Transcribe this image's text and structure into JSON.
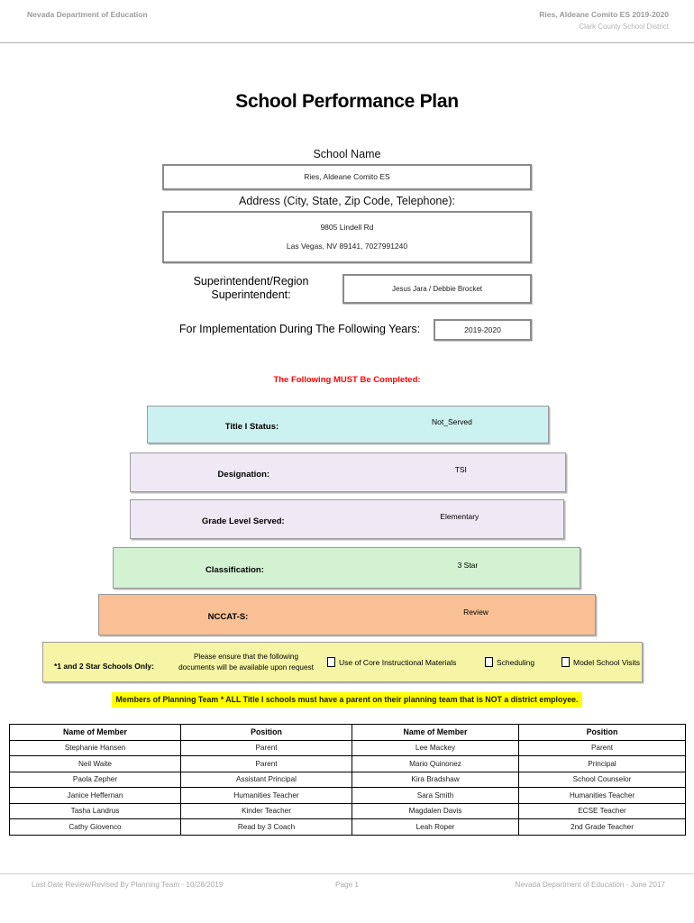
{
  "page_header": {
    "left": "Nevada Department of Education",
    "right_line1": "Ries, Aldeane Comito ES  2019-2020",
    "right_line2": "Clark County School District"
  },
  "title": "School Performance Plan",
  "school": {
    "name_label": "School Name",
    "name_value": "Ries, Aldeane Comito ES",
    "address_label": "Address (City, State, Zip Code, Telephone):",
    "address_line1": "9805 Lindell Rd",
    "address_line2": "Las Vegas, NV  89141, 7027991240",
    "superintendent_label_line1": "Superintendent/Region",
    "superintendent_label_line2": "Superintendent:",
    "superintendent_value": "Jesus Jara / Debbie Brocket",
    "implementation_label": "For Implementation During The Following Years:",
    "implementation_value": "2019-2020"
  },
  "must_complete_notice": {
    "text": "The Following MUST Be Completed:",
    "color": "#ff0000"
  },
  "status_bars": [
    {
      "label": "Title I Status:",
      "value": "Not_Served",
      "color": "#ccf1f1"
    },
    {
      "label": "Designation:",
      "value": "TSI",
      "color": "#eee9f4"
    },
    {
      "label": "Grade Level Served:",
      "value": "Elementary",
      "color": "#eee9f4"
    },
    {
      "label": "Classification:",
      "value": "3 Star",
      "color": "#d2f2d2"
    },
    {
      "label": "NCCAT-S:",
      "value": "Review",
      "color": "#f8c094"
    }
  ],
  "star_schools_note": {
    "bg_color": "#f5f5a5",
    "label": "*1 and 2 Star Schools Only:",
    "instruction_line1": "Please ensure that the following",
    "instruction_line2": "documents will be available upon request",
    "checkboxes": [
      {
        "label": "Use of Core Instructional Materials",
        "checked": false
      },
      {
        "label": "Scheduling",
        "checked": false
      },
      {
        "label": "Model School Visits",
        "checked": false
      }
    ]
  },
  "planning_team_notice": {
    "text": "Members of Planning Team * ALL Title I schools must have a parent on their planning team that is NOT a district employee.",
    "bg_color": "#ffff00",
    "text_color": "#1c1c00"
  },
  "planning_table": {
    "headers": [
      "Name of Member",
      "Position",
      "Name of Member",
      "Position"
    ],
    "rows": [
      [
        "Stephanie Hansen",
        "Parent",
        "Lee Mackey",
        "Parent"
      ],
      [
        "Neil Waite",
        "Parent",
        "Mario Quinonez",
        "Principal"
      ],
      [
        "Paola Zepher",
        "Assistant Principal",
        "Kira Bradshaw",
        "School Counselor"
      ],
      [
        "Janice Heffernan",
        "Humanities Teacher",
        "Sara Smith",
        "Humanities Teacher"
      ],
      [
        "Tasha Landrus",
        "Kinder Teacher",
        "Magdalen Davis",
        "ECSE Teacher"
      ],
      [
        "Cathy Giovenco",
        "Read by 3 Coach",
        "Leah Roper",
        "2nd Grade Teacher"
      ]
    ]
  },
  "page_footer": {
    "left": "Last Date Review/Revised By Planning Team - 10/28/2019",
    "center": "Page 1",
    "right": "Nevada Department of Education - June 2017"
  }
}
